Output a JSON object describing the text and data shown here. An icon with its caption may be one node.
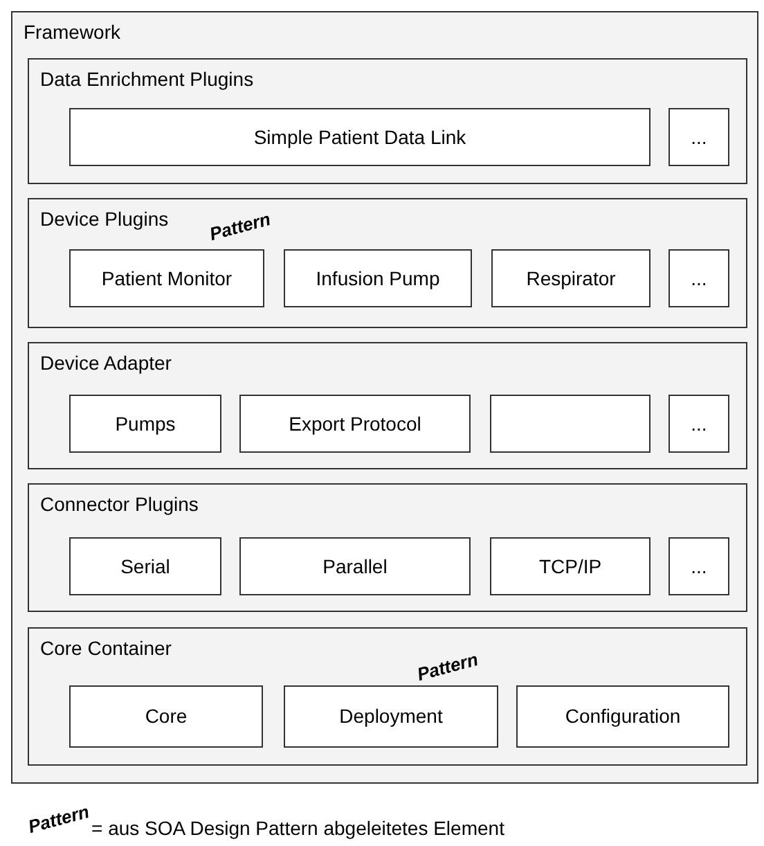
{
  "diagram": {
    "nodes": [
      {
        "text": [
          "Framework"
        ]
      },
      {
        "text": [
          "Data Enrichment Plugins"
        ],
        "in": 0
      },
      {
        "text": [
          "Simple Patient Data Link"
        ],
        "in": 1
      },
      {
        "text": [
          "..."
        ],
        "in": 1
      },
      {
        "text": [
          "Device Plugins"
        ],
        "in": 0,
        "beside": [
          "Pattern"
        ]
      },
      {
        "text": [
          "Patient Monitor"
        ],
        "in": 4
      },
      {
        "text": [
          "Infusion Pump"
        ],
        "in": 4
      },
      {
        "text": [
          "Respirator"
        ],
        "in": 4
      },
      {
        "text": [
          "..."
        ],
        "in": 4
      },
      {
        "text": [
          "Device Adapter"
        ],
        "in": 0
      },
      {
        "text": [
          "Pumps"
        ],
        "in": 9
      },
      {
        "text": [
          "Export Protocol"
        ],
        "in": 9
      },
      {
        "text": [],
        "shape": "box",
        "in": 9
      },
      {
        "text": [
          "..."
        ],
        "in": 9
      },
      {
        "text": [
          "Connector Plugins"
        ],
        "in": 0
      },
      {
        "text": [
          "Serial"
        ],
        "in": 14
      },
      {
        "text": [
          "Parallel"
        ],
        "in": 14
      },
      {
        "text": [
          "TCP/IP"
        ],
        "in": 14
      },
      {
        "text": [
          "..."
        ],
        "in": 14
      },
      {
        "text": [
          "Core Container"
        ],
        "in": 0
      },
      {
        "text": [
          "Core"
        ],
        "in": 19
      },
      {
        "text": [
          "Deployment"
        ],
        "in": 19,
        "beside": [
          "Pattern"
        ]
      },
      {
        "text": [
          "Configuration"
        ],
        "in": 19
      }
    ],
    "labels": [
      "Pattern",
      "= aus SOA Design Pattern abgeleitetes Element"
    ]
  }
}
